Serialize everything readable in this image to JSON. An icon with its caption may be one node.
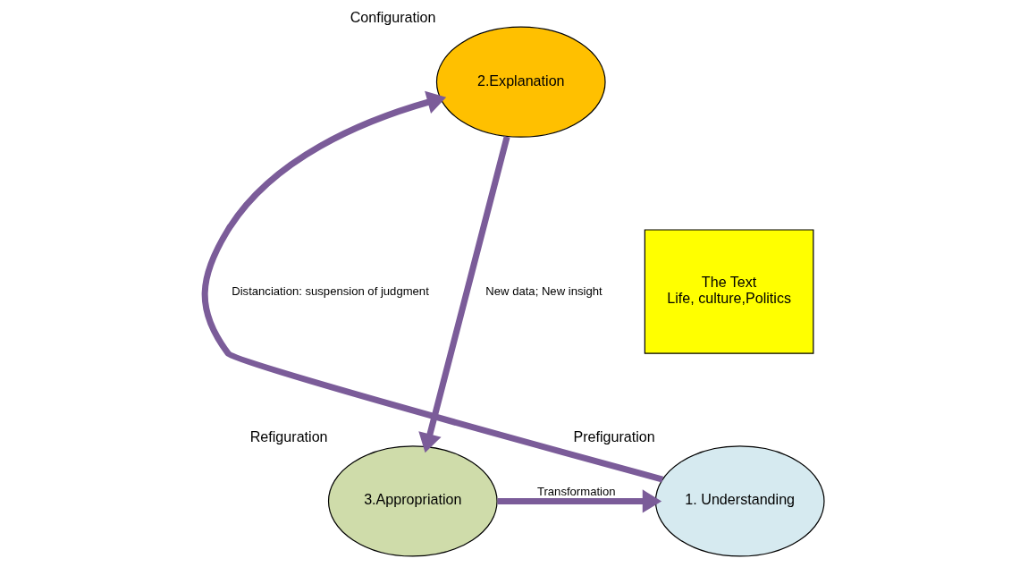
{
  "diagram": {
    "nodes": [
      {
        "text": [
          "1. Understanding"
        ],
        "beside": [
          "Prefiguration"
        ]
      },
      {
        "text": [
          "2.Explanation"
        ],
        "beside": [
          "Configuration"
        ]
      },
      {
        "text": [
          "3.Appropriation"
        ],
        "beside": [
          "Refiguration"
        ]
      },
      {
        "text": [
          "The Text",
          "Life, culture,Politics"
        ]
      }
    ],
    "edges": [
      {
        "from": 0,
        "to": 1,
        "arrow": "to",
        "label": "Distanciation: suspension of judgment"
      },
      {
        "from": 1,
        "to": 2,
        "arrow": "to",
        "label": "New data; New insight"
      },
      {
        "from": 2,
        "to": 0,
        "arrow": "to",
        "label": "Transformation"
      }
    ]
  }
}
